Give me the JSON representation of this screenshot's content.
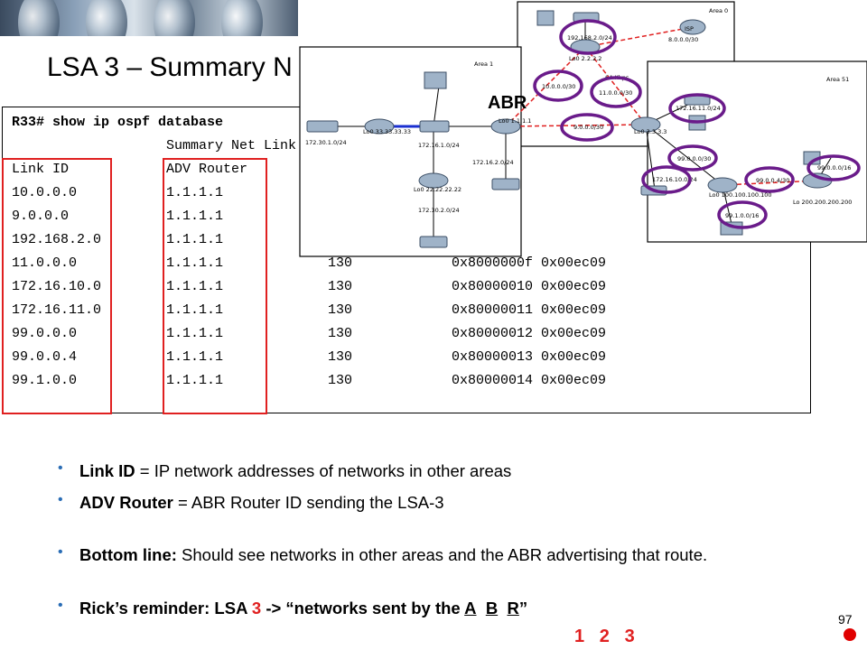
{
  "slide": {
    "title": "LSA 3 – Summary N",
    "page_number": "97",
    "abr_label": "ABR"
  },
  "cli": {
    "command": "R33# show ip ospf database",
    "subheader": "Summary Net Link States (Area 1)",
    "columns": [
      "Link ID",
      "ADV Router"
    ],
    "rows": [
      {
        "link_id": "10.0.0.0",
        "adv_router": "1.1.1.1",
        "age": "",
        "seq": "",
        "checksum": ""
      },
      {
        "link_id": "9.0.0.0",
        "adv_router": "1.1.1.1",
        "age": "",
        "seq": "",
        "checksum": ""
      },
      {
        "link_id": "192.168.2.0",
        "adv_router": "1.1.1.1",
        "age": "",
        "seq": "",
        "checksum": ""
      },
      {
        "link_id": "11.0.0.0",
        "adv_router": "1.1.1.1",
        "age": "130",
        "seq": "0x8000000f",
        "checksum": "0x00ec09"
      },
      {
        "link_id": "172.16.10.0",
        "adv_router": "1.1.1.1",
        "age": "130",
        "seq": "0x80000010",
        "checksum": "0x00ec09"
      },
      {
        "link_id": "172.16.11.0",
        "adv_router": "1.1.1.1",
        "age": "130",
        "seq": "0x80000011",
        "checksum": "0x00ec09"
      },
      {
        "link_id": "99.0.0.0",
        "adv_router": "1.1.1.1",
        "age": "130",
        "seq": "0x80000012",
        "checksum": "0x00ec09"
      },
      {
        "link_id": "99.0.0.4",
        "adv_router": "1.1.1.1",
        "age": "130",
        "seq": "0x80000013",
        "checksum": "0x00ec09"
      },
      {
        "link_id": "99.1.0.0",
        "adv_router": "1.1.1.1",
        "age": "130",
        "seq": "0x80000014",
        "checksum": "0x00ec09"
      }
    ]
  },
  "bullets": {
    "b1_term": "Link ID",
    "b1_text": " = IP network addresses of networks in other areas",
    "b2_term": "ADV Router",
    "b2_text": " =  ABR Router ID sending the LSA-3",
    "b3_term": "Bottom line:",
    "b3_text": " Should see networks in other areas and the ABR advertising that route.",
    "b4_term": "Rick’s reminder:",
    "b4_a": " LSA ",
    "b4_num": "3",
    "b4_b": " -> “networks sent by the ",
    "b4_A": "A",
    "b4_B": "B",
    "b4_R": "R",
    "b4_end": "”",
    "numbers": "1   2   3"
  },
  "diagram": {
    "area0": {
      "label": "Area 0",
      "isp": "ISP",
      "lo_r2": "Lo0 2.2.2.2",
      "kbps": "64 Kbps",
      "networks": [
        "192.168.2.0/24",
        "8.0.0.0/30",
        "10.0.0.0/30",
        "11.0.0.0/30",
        "9.0.0.0/30"
      ]
    },
    "area1": {
      "label": "Area 1",
      "lo_r33": "Lo0 33.33.33.33",
      "lo_r1": "Lo0 1.1.1.1",
      "lo_r22": "Lo0 22.22.22.22",
      "networks": [
        "172.30.1.0/24",
        "172.16.1.0/24",
        "172.16.2.0/24",
        "172.30.2.0/24"
      ]
    },
    "area51": {
      "label": "Area 51",
      "lo_r3": "Lo0 3.3.3.3",
      "lo_r100": "Lo0 100.100.100.100",
      "lo_r200": "Lo 200.200.200.200",
      "networks": [
        "172.16.11.0/24",
        "99.0.0.0/30",
        "172.16.10.0/24",
        "99.0.0.4/30",
        "99.0.0.0/16",
        "99.1.0.0/16"
      ]
    },
    "colors": {
      "circle": "#6a1b8a",
      "serial": "#e02020",
      "loopback_link": "#1a2fd0"
    }
  }
}
